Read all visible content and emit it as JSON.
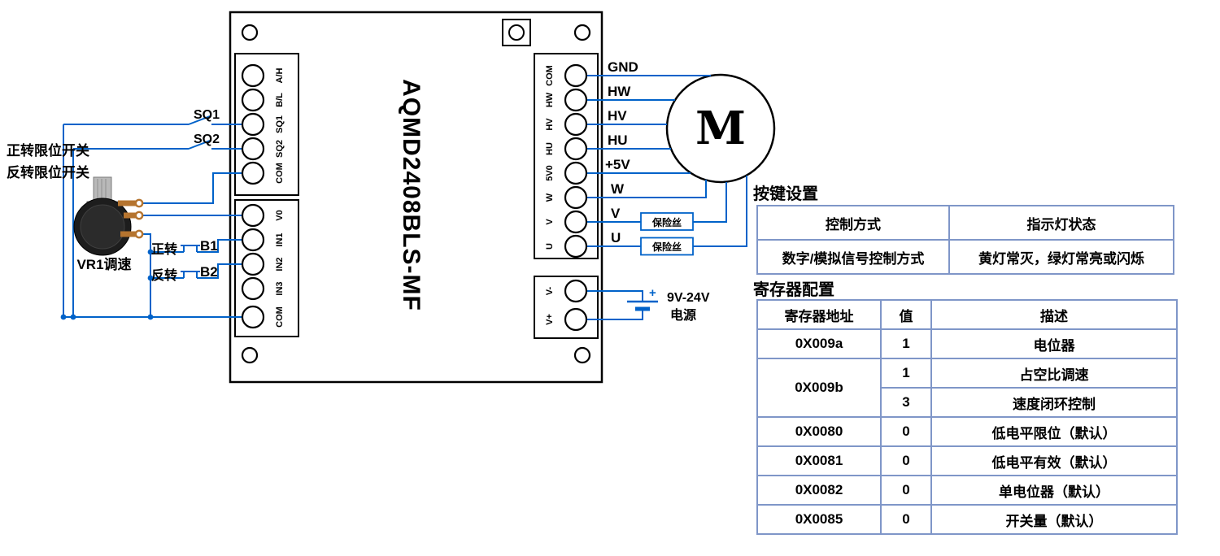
{
  "title": {
    "model": "AQMD2408BLS-MF"
  },
  "terminals": {
    "left_top": [
      "A/H",
      "B/L",
      "SQ1",
      "SQ2",
      "COM"
    ],
    "left_bottom": [
      "V0",
      "IN1",
      "IN2",
      "IN3",
      "COM"
    ],
    "right_top": [
      "COM",
      "HW",
      "HV",
      "HU",
      "5V0",
      "W",
      "V",
      "U"
    ],
    "right_bottom": [
      "V-",
      "V+"
    ]
  },
  "wires": {
    "labels": [
      "GND",
      "HW",
      "HV",
      "HU",
      "+5V",
      "W",
      "V",
      "U"
    ],
    "fuse_label": "保险丝",
    "battery_plus": "+",
    "power_line1": "9V-24V",
    "power_line2": "电源",
    "wire_color": "#0062C9"
  },
  "motor": {
    "label": "M"
  },
  "left_labels": {
    "sq1": "SQ1",
    "sq2": "SQ2",
    "forward_limit": "正转限位开关",
    "reverse_limit": "反转限位开关",
    "pot": "VR1调速",
    "forward": "正转",
    "b1": "B1",
    "reverse": "反转",
    "b2": "B2"
  },
  "key_settings": {
    "heading": "按键设置",
    "headers": [
      "控制方式",
      "指示灯状态"
    ],
    "rows": [
      [
        "数字/模拟信号控制方式",
        "黄灯常灭，绿灯常亮或闪烁"
      ]
    ]
  },
  "register_config": {
    "heading": "寄存器配置",
    "headers": [
      "寄存器地址",
      "值",
      "描述"
    ],
    "rows": [
      {
        "addr": "0X009a",
        "val": "1",
        "desc": "电位器"
      },
      {
        "addr": "0X009b",
        "val": "1",
        "desc": "占空比调速"
      },
      {
        "addr": "",
        "val": "3",
        "desc": "速度闭环控制"
      },
      {
        "addr": "0X0080",
        "val": "0",
        "desc": "低电平限位（默认）"
      },
      {
        "addr": "0X0081",
        "val": "0",
        "desc": "低电平有效（默认）"
      },
      {
        "addr": "0X0082",
        "val": "0",
        "desc": "单电位器（默认）"
      },
      {
        "addr": "0X0085",
        "val": "0",
        "desc": "开关量（默认）"
      }
    ]
  }
}
